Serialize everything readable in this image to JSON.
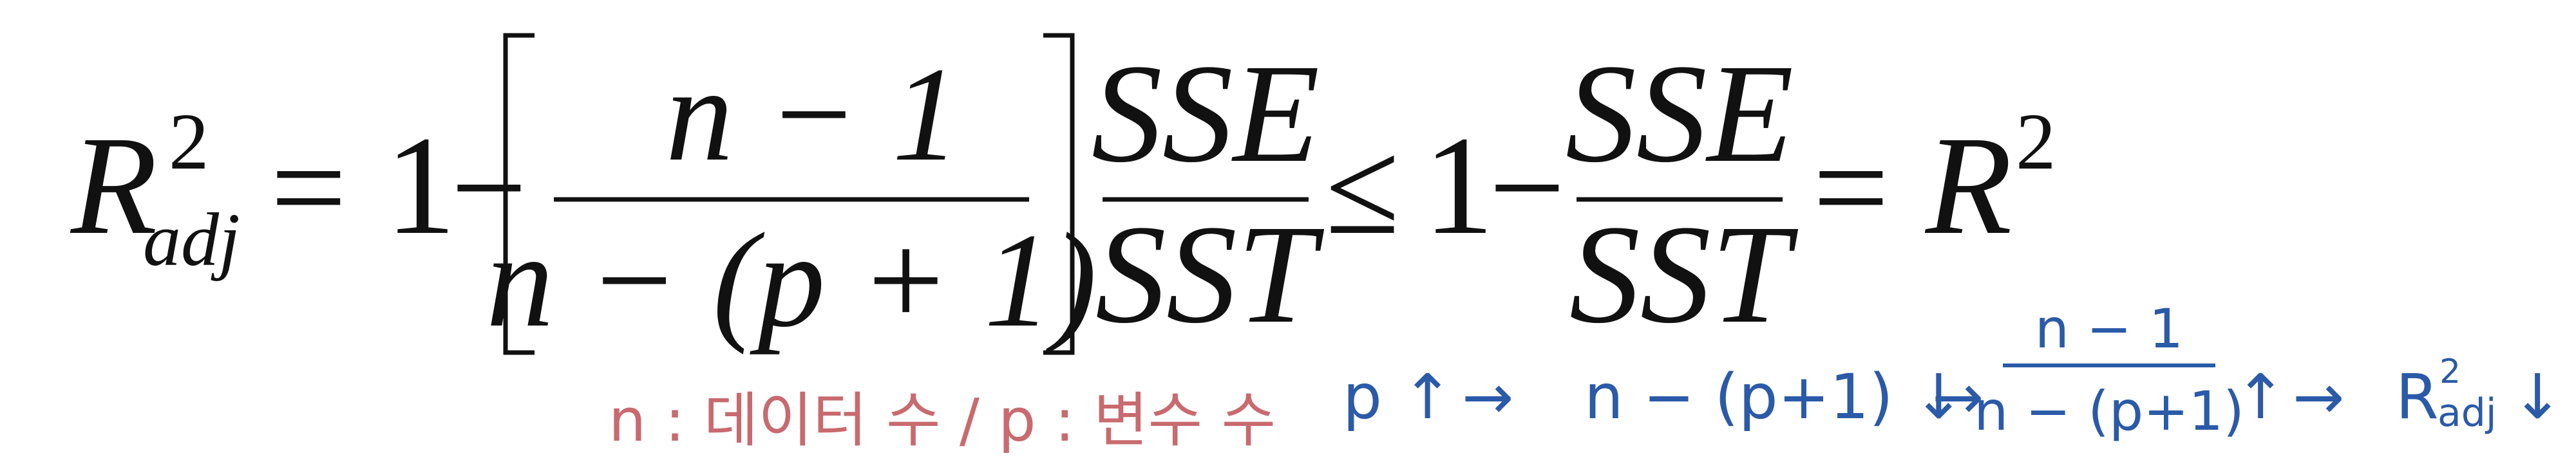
{
  "formula": {
    "lhs_symbol": "R",
    "lhs_sup": "2",
    "lhs_sub": "adj",
    "eq1": "=",
    "one_a": "1",
    "minus_a": "−",
    "frac1_num": "n − 1",
    "frac1_den": "n − (p + 1)",
    "frac2_num": "SSE",
    "frac2_den": "SST",
    "leq": "≤",
    "one_b": "1",
    "minus_b": "−",
    "frac3_num": "SSE",
    "frac3_den": "SST",
    "eq2": "=",
    "rhs_symbol": "R",
    "rhs_sup": "2"
  },
  "notes": {
    "definition": "n : 데이터 수 / p : 변수 수",
    "chain_p": "p ↑",
    "arrow1": "→",
    "chain_denominator": "n − (p+1) ↓",
    "arrow2": "→",
    "chain_frac_num": "n − 1",
    "chain_frac_den": "n − (p+1)",
    "chain_frac_trend": "↑",
    "arrow3": "→",
    "chain_radj": "R",
    "chain_radj_sup": "2",
    "chain_radj_sub": "adj",
    "chain_radj_trend": "↓"
  },
  "colors": {
    "math": "#111111",
    "note_red": "#c86a6f",
    "note_blue": "#2a5aa8"
  }
}
